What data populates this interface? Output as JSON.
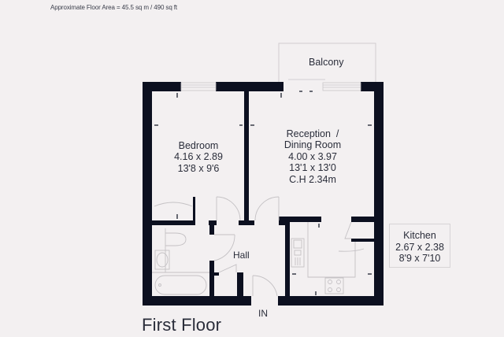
{
  "header": {
    "floor_area": "Approximate Floor Area = 45.5 sq m / 490 sq ft"
  },
  "rooms": {
    "bedroom": {
      "name": "Bedroom",
      "metric": "4.16 x 2.89",
      "imperial": "13'8 x 9'6"
    },
    "reception": {
      "name_line1": "Reception  /",
      "name_line2": "Dining Room",
      "metric": "4.00 x 3.97",
      "imperial": "13'1 x 13'0",
      "ceiling": "C.H 2.34m"
    },
    "kitchen": {
      "name": "Kitchen",
      "metric": "2.67 x 2.38",
      "imperial": "8'9 x 7'10"
    },
    "hall": {
      "name": "Hall"
    },
    "balcony": {
      "name": "Balcony"
    }
  },
  "entrance_label": "IN",
  "floor_title": "First Floor",
  "colors": {
    "wall": "#0c1020",
    "background": "#f3f0f1",
    "fixture_line": "#b9b6b9"
  }
}
